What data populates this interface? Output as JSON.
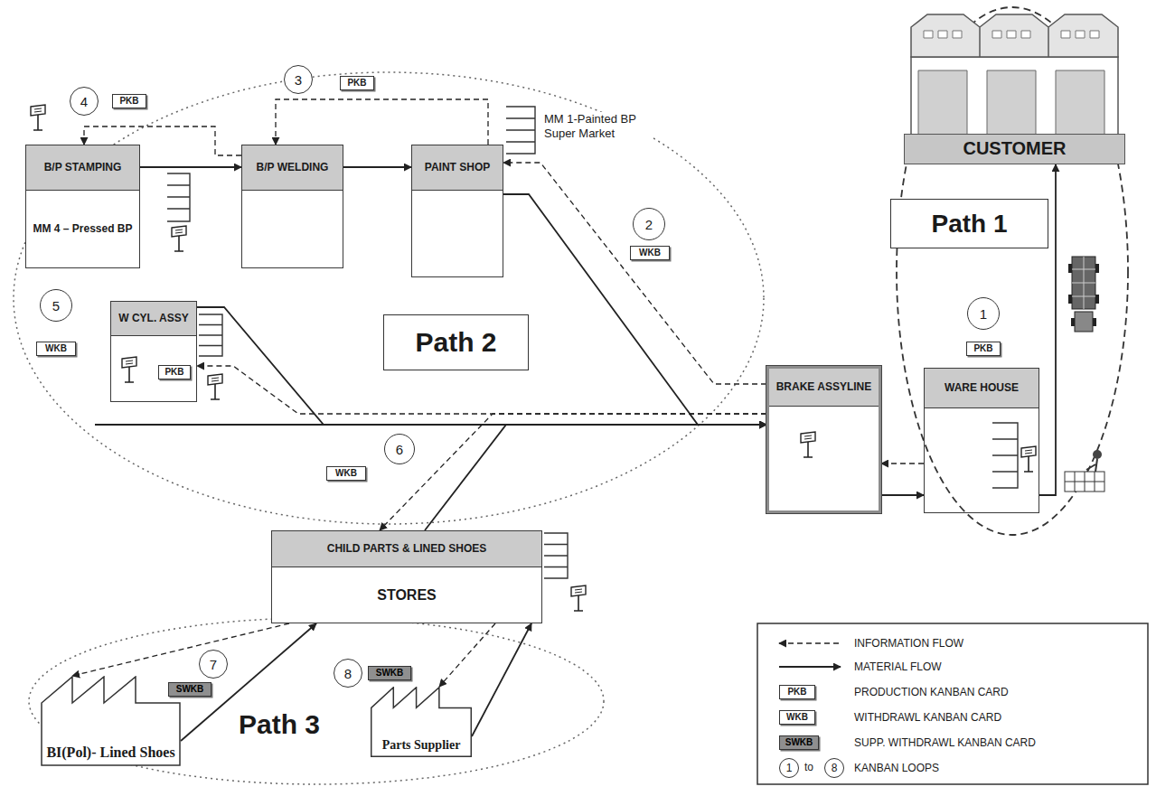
{
  "diagram": {
    "nodes": [
      {
        "text": [
          "CUSTOMER"
        ]
      },
      {
        "text": [
          "B/P STAMPING",
          "MM 4 – Pressed BP"
        ]
      },
      {
        "text": [
          "B/P WELDING"
        ]
      },
      {
        "text": [
          "PAINT SHOP"
        ]
      },
      {
        "text": [
          "4"
        ]
      },
      {
        "text": [
          "PKB"
        ]
      },
      {
        "text": [
          "3"
        ]
      },
      {
        "text": [
          "PKB"
        ]
      },
      {
        "text": [
          "Path 1"
        ]
      },
      {
        "text": [
          "2"
        ]
      },
      {
        "text": [
          "WKB"
        ]
      },
      {
        "text": [
          "5"
        ]
      },
      {
        "text": [
          "WKB"
        ]
      },
      {
        "text": [
          "W CYL. ASSY"
        ]
      },
      {
        "text": [
          "PKB"
        ],
        "in": 13
      },
      {
        "text": [
          "Path 2"
        ]
      },
      {
        "text": [
          "1"
        ]
      },
      {
        "text": [
          "PKB"
        ]
      },
      {
        "text": [
          "BRAKE ASSYLINE"
        ]
      },
      {
        "text": [
          "WARE HOUSE"
        ]
      },
      {
        "text": [
          "6"
        ]
      },
      {
        "text": [
          "WKB"
        ]
      },
      {
        "text": [
          "CHILD PARTS & LINED SHOES",
          "STORES"
        ]
      },
      {
        "text": [
          "7"
        ]
      },
      {
        "text": [
          "SWKB"
        ]
      },
      {
        "text": [
          "8"
        ]
      },
      {
        "text": [
          "SWKB"
        ]
      },
      {
        "text": [
          "BI(Pol)- Lined Shoes"
        ]
      },
      {
        "text": [
          "Parts Supplier"
        ]
      }
    ],
    "edges": [
      {
        "from": 1,
        "to": 2,
        "arrow": "to"
      },
      {
        "from": 2,
        "to": 3,
        "arrow": "to"
      },
      {
        "from": 3,
        "to": 18,
        "arrow": "to"
      },
      {
        "from": 13,
        "to": 18,
        "arrow": "to"
      },
      {
        "from": 22,
        "to": 18,
        "arrow": "to"
      },
      {
        "from": 18,
        "to": 19,
        "arrow": "to"
      },
      {
        "from": 19,
        "to": 0,
        "arrow": "to"
      },
      {
        "from": 27,
        "to": 22,
        "arrow": "to"
      },
      {
        "from": 28,
        "to": 22,
        "arrow": "to"
      },
      {
        "from": 19,
        "to": 18,
        "arrow": "to"
      },
      {
        "from": 18,
        "to": 3,
        "arrow": "to"
      },
      {
        "from": 3,
        "to": 2,
        "arrow": "to"
      },
      {
        "from": 2,
        "to": 1,
        "arrow": "to"
      },
      {
        "from": 18,
        "to": 13,
        "arrow": "to"
      },
      {
        "from": 18,
        "to": 22,
        "arrow": "to"
      },
      {
        "from": 22,
        "to": 27,
        "arrow": "to"
      },
      {
        "from": 22,
        "to": 28,
        "arrow": "to"
      }
    ],
    "labels": [
      "MM 1-Painted BP Super Market",
      "Path 3",
      "PKB",
      "WKB",
      "SWKB",
      "1",
      "to",
      "8"
    ],
    "legend": [
      {
        "text": "INFORMATION FLOW"
      },
      {
        "text": "MATERIAL FLOW"
      },
      {
        "text": "PRODUCTION KANBAN CARD"
      },
      {
        "text": "WITHDRAWL KANBAN CARD"
      },
      {
        "text": "SUPP. WITHDRAWL KANBAN CARD"
      },
      {
        "text": "KANBAN LOOPS"
      }
    ]
  }
}
